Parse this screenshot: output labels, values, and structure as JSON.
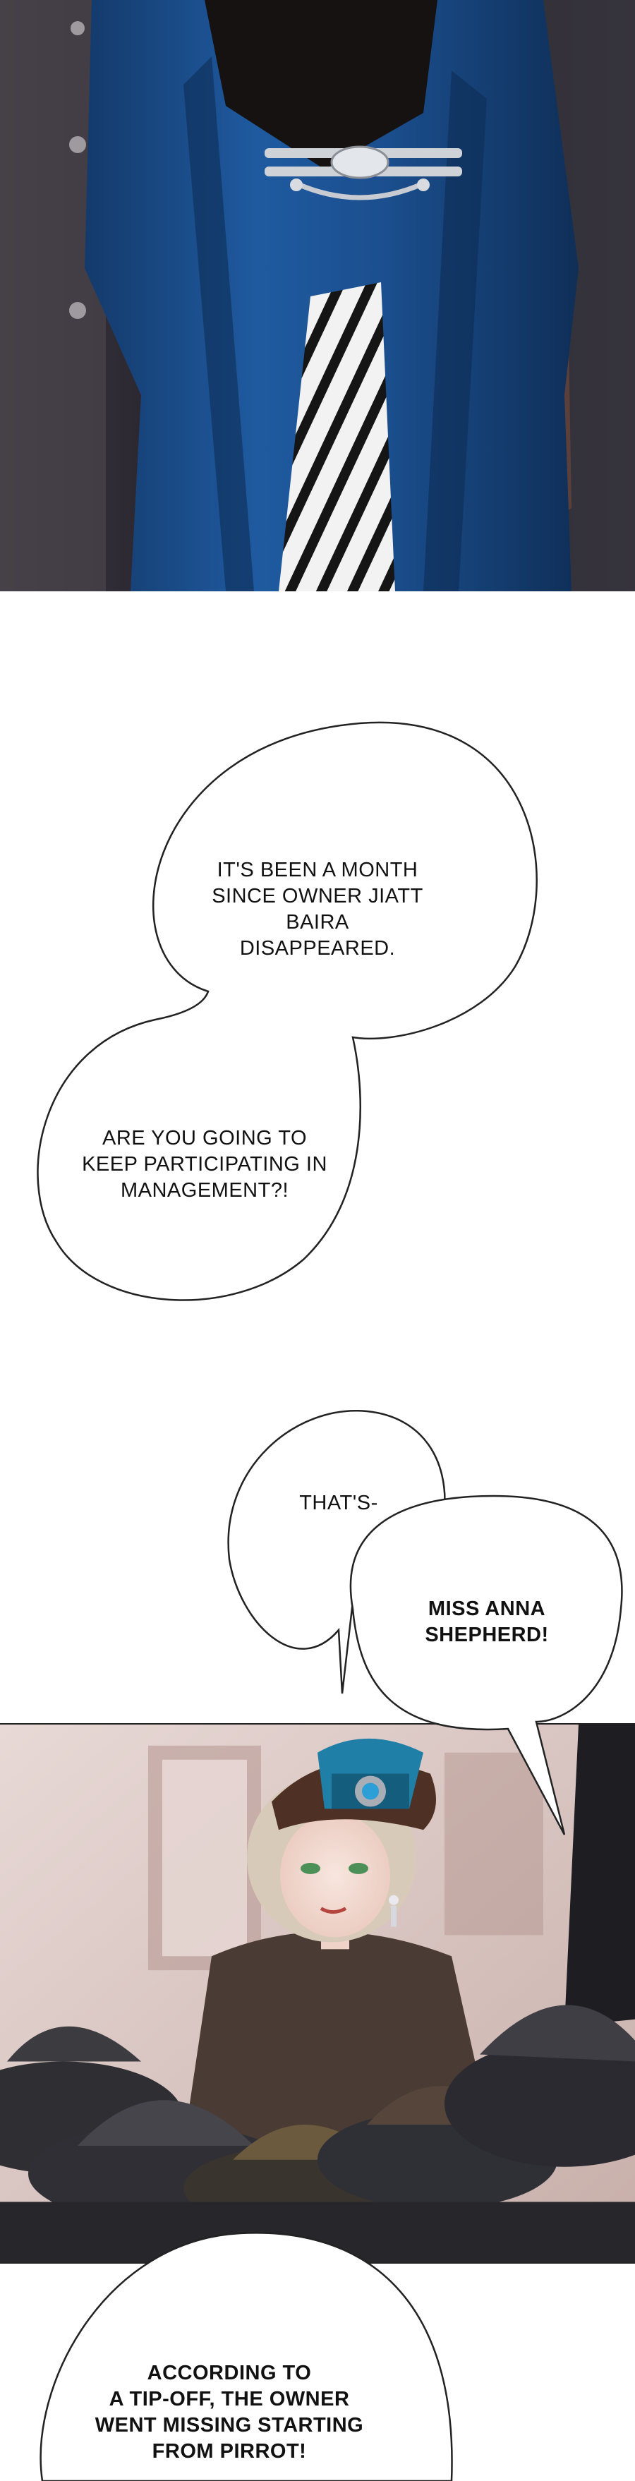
{
  "bubbles": {
    "month_since": "IT'S BEEN A MONTH\nSINCE OWNER JIATT\nBAIRA DISAPPEARED.",
    "participating": "ARE YOU GOING TO\nKEEP PARTICIPATING IN\nMANAGEMENT?!",
    "thats": "THAT'S-",
    "miss_anna": "MISS ANNA\nSHEPHERD!",
    "tip_off": "ACCORDING TO\nA TIP-OFF, THE OWNER\nWENT MISSING STARTING\nFROM PIRROT!"
  },
  "colors": {
    "coat_blue": "#1b4f8f",
    "dark_bg": "#111a2c",
    "fur_brown": "#4a3b34",
    "hat_gray": "#3c3c40",
    "jewel_teal": "#1f7fa6",
    "wall_pink": "#d9c7c3"
  }
}
